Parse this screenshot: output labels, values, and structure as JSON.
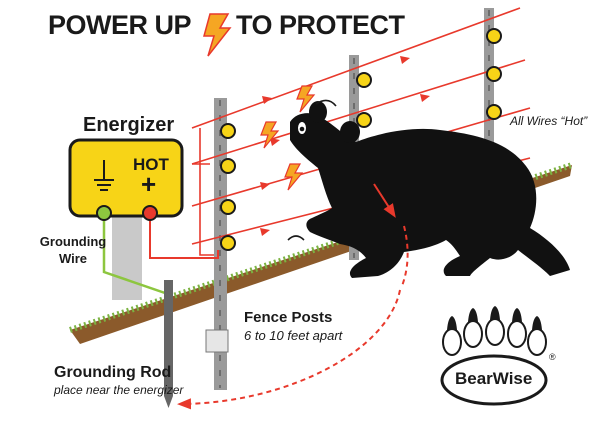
{
  "headline": {
    "part1": "POWER UP",
    "part2": "TO PROTECT"
  },
  "energizer": {
    "title": "Energizer",
    "hot_label": "HOT",
    "plus_symbol": "+",
    "ground_symbol_name": "ground-symbol-icon"
  },
  "labels": {
    "grounding_wire_line1": "Grounding",
    "grounding_wire_line2": "Wire",
    "fence_posts": "Fence Posts",
    "fence_posts_spacing": "6 to 10 feet apart",
    "grounding_rod": "Grounding Rod",
    "grounding_rod_note": "place near the energizer",
    "all_wires_hot": "All Wires “Hot”"
  },
  "logo": {
    "text": "BearWise",
    "registered": "®"
  },
  "colors": {
    "energizer_box": "#f7d417",
    "insulator": "#f7d417",
    "wire": "#e8392c",
    "ground_wire": "#8dc63f",
    "bolt": "#f5a623",
    "bear": "#111111",
    "grass": "#7cb342",
    "dirt": "#8b5a2b"
  }
}
